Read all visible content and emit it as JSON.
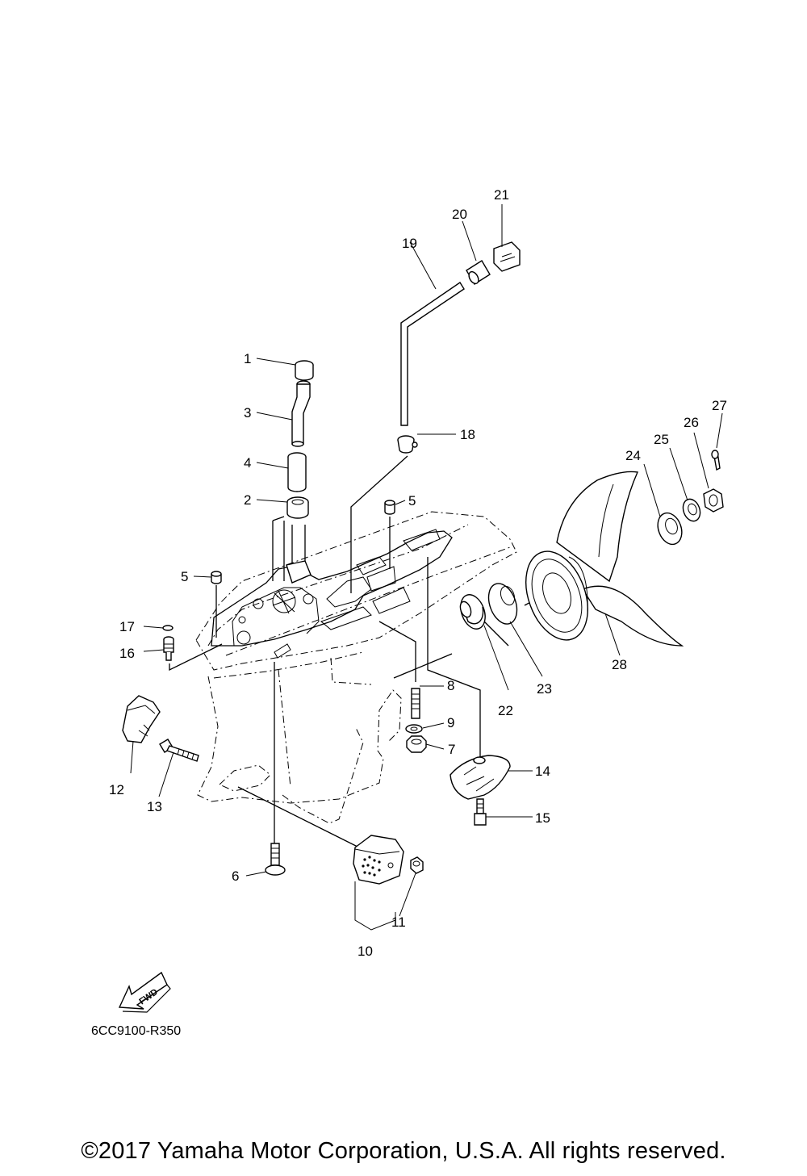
{
  "diagram": {
    "callouts": [
      "1",
      "2",
      "3",
      "4",
      "5",
      "5",
      "6",
      "7",
      "8",
      "9",
      "10",
      "11",
      "12",
      "13",
      "14",
      "15",
      "16",
      "17",
      "18",
      "19",
      "20",
      "21",
      "22",
      "23",
      "24",
      "25",
      "26",
      "27",
      "28"
    ],
    "fwd_label": "FWD",
    "drawing_code": "6CC9100-R350"
  },
  "footer": {
    "copyright": "©2017 Yamaha Motor Corporation, U.S.A. All rights reserved."
  }
}
